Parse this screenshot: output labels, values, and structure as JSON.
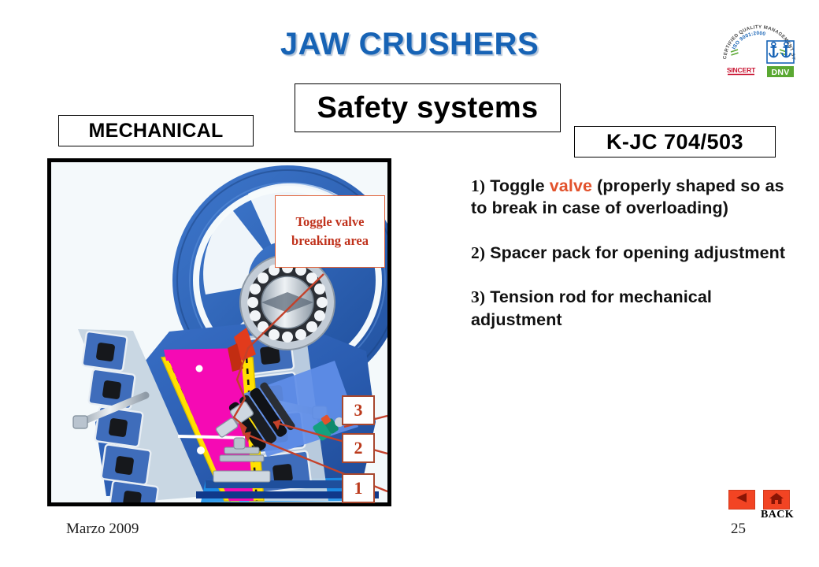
{
  "slide": {
    "title": "JAW CRUSHERS",
    "section_heading": "Safety systems",
    "category_label": "MECHANICAL",
    "model_label": "K-JC  704/503"
  },
  "logo": {
    "name": "iso-dnv-certification-logo",
    "arc_text": "CERTIFIED QUALITY MANAGEMENT SYSTEM",
    "standard": "ISO 9001:2000",
    "accreditor": "SINCERT",
    "certifier": "DNV",
    "colors": {
      "arc_text": "#4a4a4a",
      "standard": "#1763b5",
      "sincert": "#c8102e",
      "dnv_box": "#5aa832",
      "anchor": "#1763b5"
    }
  },
  "points": [
    {
      "number": "1)",
      "text_before": " Toggle ",
      "highlight": "valve",
      "text_after": " (properly shaped so as to break in case of overloading)"
    },
    {
      "number": "2)",
      "text_before": "   Spacer pack for opening adjustment",
      "highlight": "",
      "text_after": ""
    },
    {
      "number": "3)",
      "text_before": "   Tension rod for mechanical adjustment",
      "highlight": "",
      "text_after": ""
    }
  ],
  "figure": {
    "name": "jaw-crusher-cutaway-photo",
    "callout_note": {
      "line1": "Toggle valve",
      "line2": "breaking  area",
      "color": "#c0321c"
    },
    "markers": [
      {
        "label": "3",
        "target": "tension-rod"
      },
      {
        "label": "2",
        "target": "spacer-pack"
      },
      {
        "label": "1",
        "target": "toggle-valve"
      }
    ],
    "colors": {
      "body": "#2e63bb",
      "flywheel": "#2c62b8",
      "jaw_highlight": "#f50ab4",
      "liner": "#ffe000",
      "spacer_highlight": "#5f8ee8",
      "leader_line": "#c4412a",
      "background": "#f4f9fb"
    }
  },
  "footer": {
    "date": "Marzo 2009",
    "page_number": "25",
    "back_label": "BACK"
  },
  "theme": {
    "title_color": "#1763b5",
    "accent_color": "#e2522c",
    "nav_button_color": "#f24423"
  }
}
